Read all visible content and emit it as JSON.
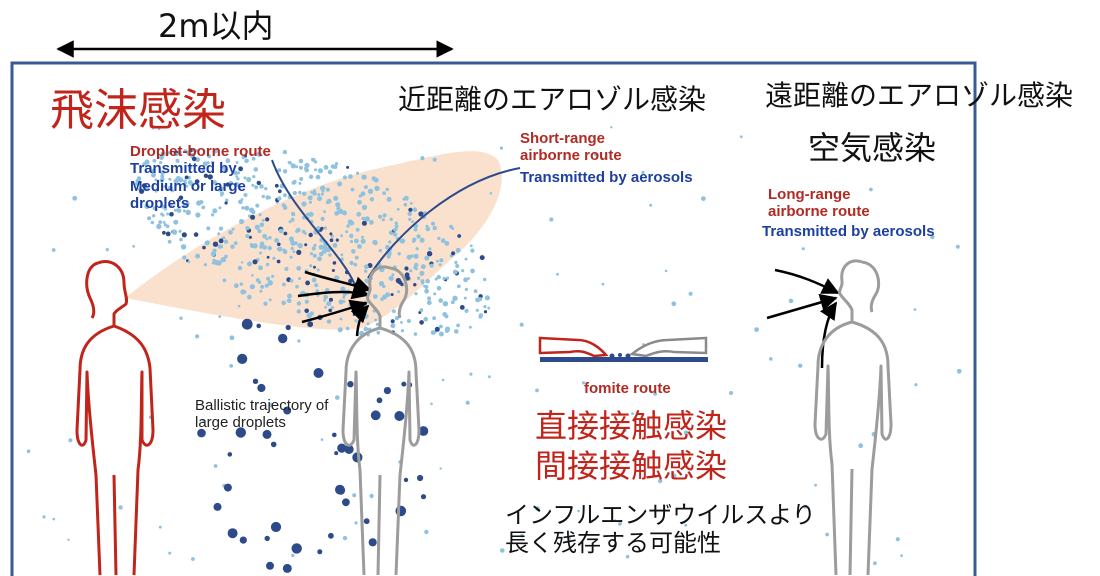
{
  "distance_label": "2m以内",
  "headings": {
    "droplet_jp": "飛沫感染",
    "short_range_jp": "近距離のエアロゾル感染",
    "long_range_jp": "遠距離のエアロゾル感染",
    "airborne_jp": "空気感染"
  },
  "droplet_route": {
    "route": "Droplet-borne route",
    "transmitted": [
      "Transmitted by",
      "Medium or large",
      "droplets"
    ]
  },
  "short_range_route": {
    "route": [
      "Short-range",
      "airborne route"
    ],
    "transmitted": "Transmitted by aerosols"
  },
  "long_range_route": {
    "route": [
      "Long-range",
      "airborne route"
    ],
    "transmitted": "Transmitted by aerosols"
  },
  "ballistic": [
    "Ballistic trajectory of",
    "large droplets"
  ],
  "fomite": {
    "label": "fomite route",
    "direct_jp": "直接接触感染",
    "indirect_jp": "間接接触感染"
  },
  "note_jp": [
    "インフルエンザウイルスより",
    "長く残存する可能性"
  ],
  "colors": {
    "frame": "#3a5a93",
    "red": "#c0241b",
    "blue": "#1d3fa0",
    "plume": "#f8dcc4",
    "aerosol": "#8fc2df",
    "droplet": "#2d4a8a",
    "person_infected": "#c0241b",
    "person_exposed": "#9c9c9c"
  }
}
